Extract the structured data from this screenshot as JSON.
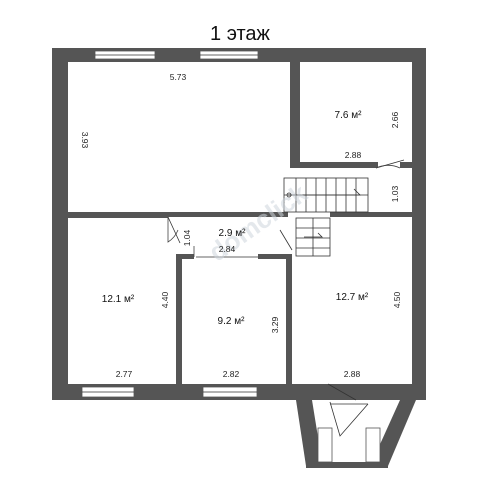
{
  "floor_title": "1 этаж",
  "rooms": {
    "living": {
      "top_width": "5.73",
      "side_height": "3.93"
    },
    "top_right": {
      "area": "7.6 м²",
      "side": "2.66",
      "bottom": "2.88"
    },
    "hall": {
      "area": "2.9 м²",
      "bottom": "2.84",
      "side": "1.04"
    },
    "left": {
      "area": "12.1 м²",
      "side": "4.40",
      "bottom": "2.77"
    },
    "middle": {
      "area": "9.2 м²",
      "side": "3.29",
      "bottom": "2.82"
    },
    "right": {
      "area": "12.7 м²",
      "side": "4.50",
      "top_side": "1.03",
      "bottom": "2.88"
    }
  },
  "colors": {
    "wall": "#555555",
    "background": "#ffffff"
  }
}
